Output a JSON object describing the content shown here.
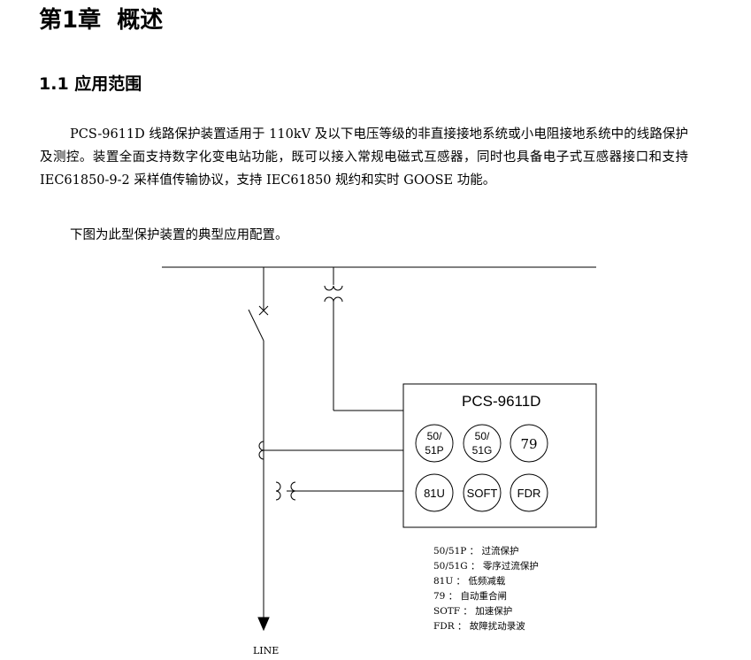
{
  "chapter_title": "第1章  概述",
  "section_title": "1.1 应用范围",
  "paragraph1": "PCS-9611D 线路保护装置适用于 110kV 及以下电压等级的非直接接地系统或小电阻接地系统中的线路保护及测控。装置全面支持数字化变电站功能，既可以接入常规电磁式互感器，同时也具备电子式互感器接口和支持 IEC61850-9-2 采样值传输协议，支持 IEC61850 规约和实时 GOOSE 功能。",
  "paragraph2": "下图为此型保护装置的典型应用配置。",
  "diagram": {
    "device_label": "PCS-9611D",
    "functions": [
      {
        "line1": "50/",
        "line2": "51P"
      },
      {
        "line1": "50/",
        "line2": "51G"
      },
      {
        "line1": "79",
        "line2": ""
      },
      {
        "line1": "81U",
        "line2": ""
      },
      {
        "line1": "SOFT",
        "line2": ""
      },
      {
        "line1": "FDR",
        "line2": ""
      }
    ],
    "line_label": "LINE"
  },
  "legend": [
    "50/51P ： 过流保护",
    "50/51G ： 零序过流保护",
    "81U ： 低频减载",
    "79 ： 自动重合闸",
    "SOTF ： 加速保护",
    "FDR ： 故障扰动录波"
  ]
}
